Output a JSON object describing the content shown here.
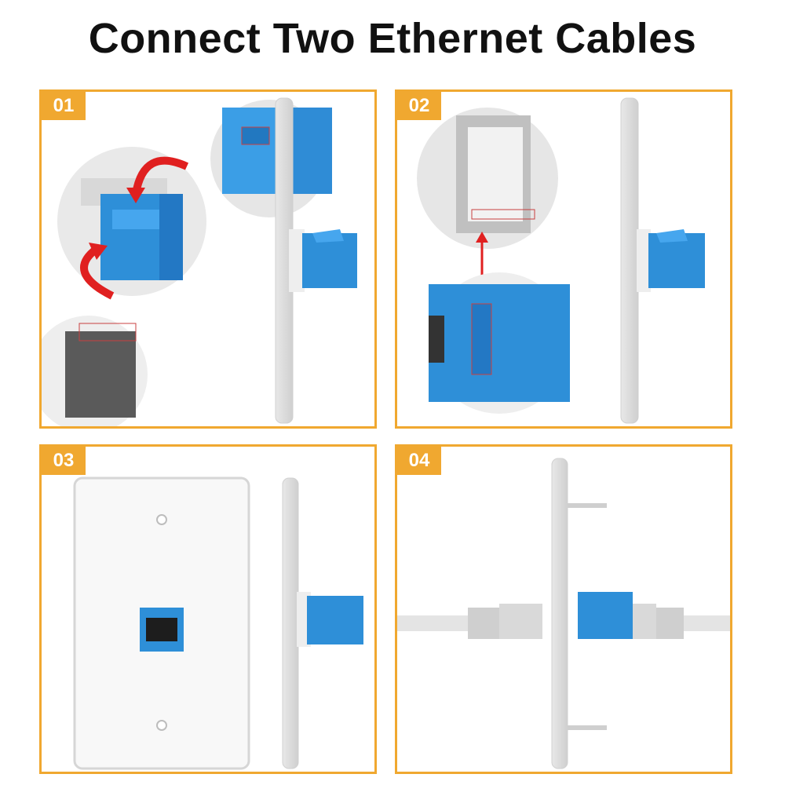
{
  "title": "Connect Two Ethernet Cables",
  "colors": {
    "border": "#f0a830",
    "keystone_blue": "#2e8fd8",
    "arrow_red": "#e02020"
  },
  "steps": [
    {
      "label": "01"
    },
    {
      "label": "02"
    },
    {
      "label": "03"
    },
    {
      "label": "04"
    }
  ]
}
